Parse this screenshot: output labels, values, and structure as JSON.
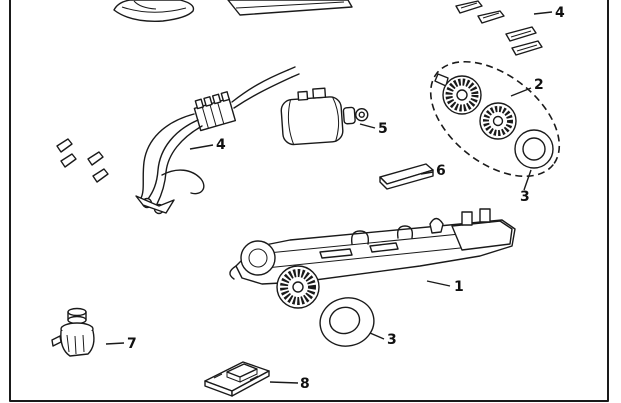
{
  "page": {
    "background_color": "#ffffff",
    "line_color": "#1a1a1a"
  },
  "labels": {
    "contacts": "4",
    "wheel_set": "2",
    "wheel_set_tire": "3",
    "motor": "5",
    "wiring": "4",
    "pickup_plate": "6",
    "chassis": "1",
    "tire": "3",
    "guide": "7",
    "mount_plate": "8"
  }
}
